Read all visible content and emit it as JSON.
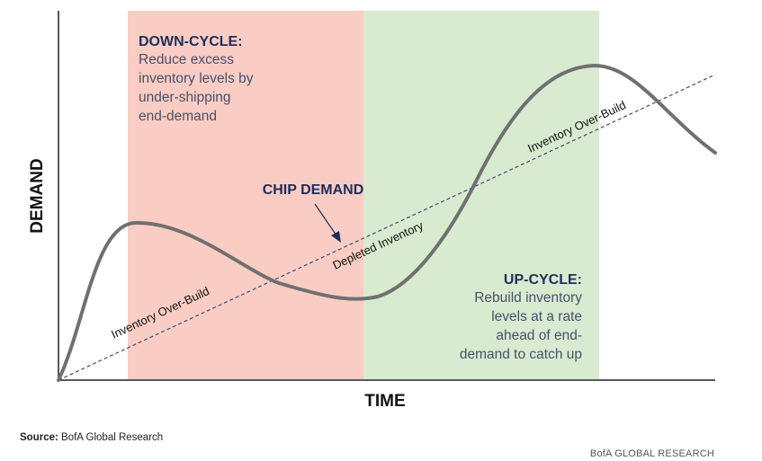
{
  "diagram": {
    "y_axis_label": "DEMAND",
    "x_axis_label": "TIME",
    "callout": "CHIP DEMAND",
    "down_cycle": {
      "title": "DOWN-CYCLE:",
      "lines": [
        "Reduce excess",
        "inventory levels by",
        "under-shipping",
        "end-demand"
      ]
    },
    "up_cycle": {
      "title": "UP-CYCLE:",
      "lines": [
        "Rebuild inventory",
        "levels at a rate",
        "ahead of end-",
        "demand to catch up"
      ]
    },
    "curve_labels": {
      "build_1": "Inventory Over-Build",
      "depleted": "Depleted Inventory",
      "build_2": "Inventory Over-Build"
    },
    "colors": {
      "down_cycle_fill": "#f9cdc3",
      "up_cycle_fill": "#d8ebd0",
      "demand_curve": "#707070",
      "trend_line": "#3c4a7c"
    }
  },
  "footer": {
    "source_label": "Source:",
    "source_text": "BofA Global Research",
    "brand": "BofA GLOBAL RESEARCH"
  }
}
